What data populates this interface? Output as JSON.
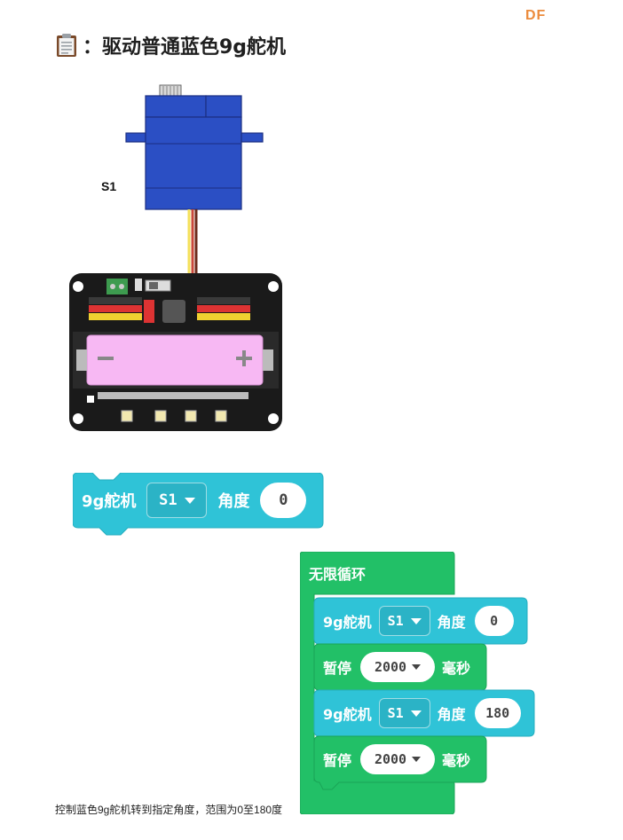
{
  "logo": "DF",
  "title": "：驱动普通蓝色9g舵机",
  "diagram": {
    "servo_label": "S1"
  },
  "standalone_block": {
    "label": "9g舵机",
    "port": "S1",
    "angle_label": "角度",
    "angle_value": "0"
  },
  "loop": {
    "label": "无限循环",
    "steps": [
      {
        "type": "servo",
        "label": "9g舵机",
        "port": "S1",
        "angle_label": "角度",
        "value": "0"
      },
      {
        "type": "pause",
        "label": "暂停",
        "value": "2000",
        "unit": "毫秒"
      },
      {
        "type": "servo",
        "label": "9g舵机",
        "port": "S1",
        "angle_label": "角度",
        "value": "180"
      },
      {
        "type": "pause",
        "label": "暂停",
        "value": "2000",
        "unit": "毫秒"
      }
    ]
  },
  "caption": "控制蓝色9g舵机转到指定角度，范围为0至180度",
  "colors": {
    "servo_block": "#2fc3d7",
    "control_block": "#22c067",
    "servo_body": "#2b4fc4",
    "board": "#1a1a1a",
    "battery": "#f7b8f3"
  }
}
